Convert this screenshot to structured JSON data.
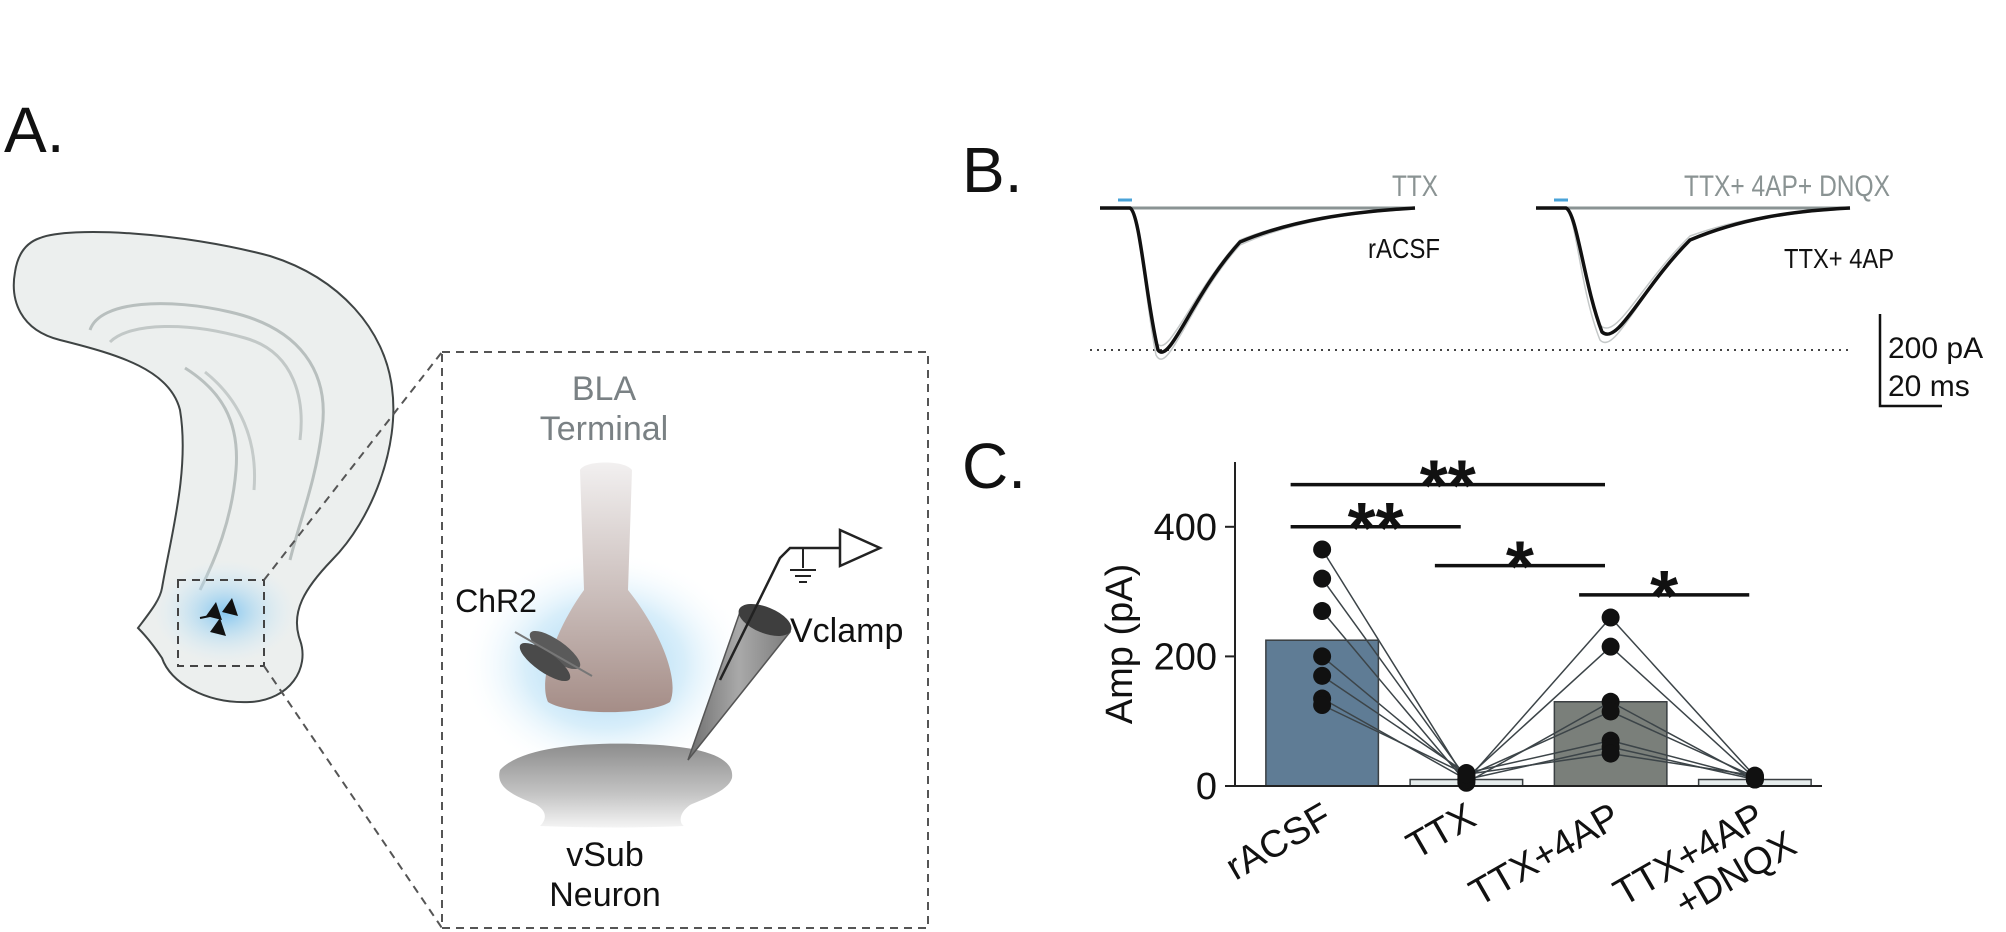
{
  "panels": {
    "a": {
      "label": "A.",
      "schematic": {
        "terminal_line1": "BLA",
        "terminal_line2": "Terminal",
        "opsin": "ChR2",
        "clamp": "Vclamp",
        "neuron_line1": "vSub",
        "neuron_line2": "Neuron"
      }
    },
    "b": {
      "label": "B.",
      "trace1": {
        "top": "TTX",
        "bottom": "rACSF"
      },
      "trace2": {
        "top": "TTX+ 4AP+ DNQX",
        "bottom": "TTX+ 4AP"
      },
      "scalebar": {
        "amp": "200 pA",
        "time": "20 ms"
      }
    },
    "c": {
      "label": "C."
    }
  },
  "colors": {
    "racsf_bar": "#5f7c95",
    "ttx4ap_bar": "#7a7f7a",
    "small_bar": "#e6ecec",
    "light_stim": "#4aa3d8",
    "glow": "#a9d7f2",
    "terminal": "#b39a95",
    "trace_gray": "#8a9393"
  },
  "chart_data": {
    "type": "bar",
    "ylabel": "Amp (pA)",
    "ylim": [
      0,
      500
    ],
    "yticks": [
      0,
      200,
      400
    ],
    "categories": [
      "rACSF",
      "TTX",
      "TTX+4AP",
      "TTX+4AP\n+DNQX"
    ],
    "category_lines": [
      [
        "rACSF"
      ],
      [
        "TTX"
      ],
      [
        "TTX+4AP"
      ],
      [
        "TTX+4AP",
        "+DNQX"
      ]
    ],
    "means": [
      225,
      10,
      130,
      10
    ],
    "paired": [
      [
        365,
        8,
        260,
        15
      ],
      [
        320,
        12,
        215,
        12
      ],
      [
        270,
        5,
        130,
        10
      ],
      [
        200,
        15,
        115,
        14
      ],
      [
        170,
        20,
        70,
        12
      ],
      [
        135,
        10,
        60,
        10
      ],
      [
        125,
        18,
        50,
        16
      ]
    ],
    "significance": [
      {
        "from": 0,
        "to": 1,
        "label": "**",
        "y": 400
      },
      {
        "from": 0,
        "to": 2,
        "label": "**",
        "y": 465
      },
      {
        "from": 1,
        "to": 2,
        "label": "*",
        "y": 340
      },
      {
        "from": 2,
        "to": 3,
        "label": "*",
        "y": 295
      }
    ],
    "grid": false
  }
}
